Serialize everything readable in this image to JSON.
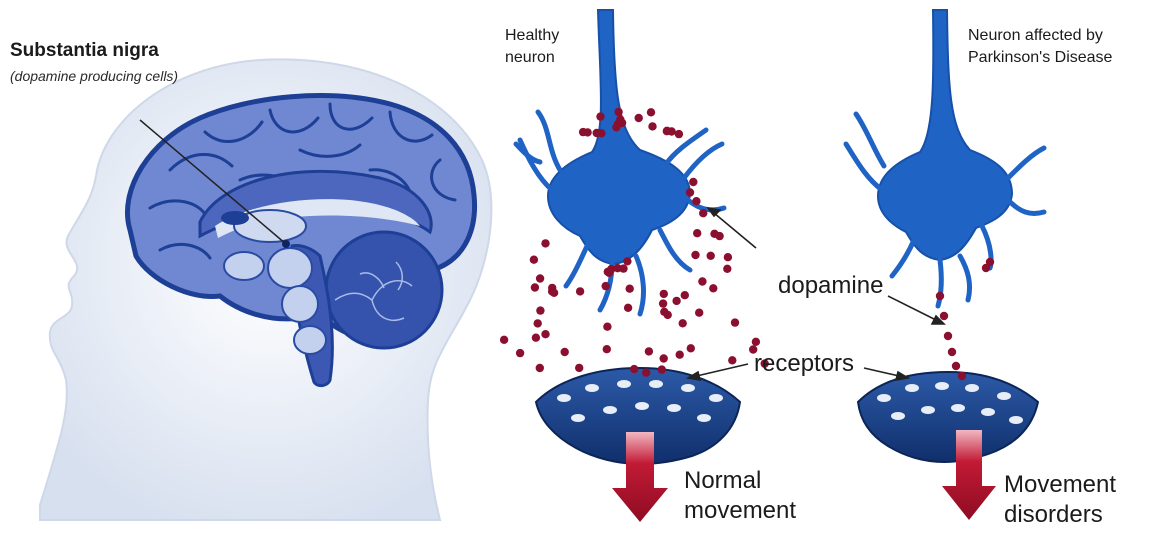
{
  "labels": {
    "substantia_nigra": "Substantia nigra",
    "substantia_subtitle": "(dopamine producing cells)",
    "healthy_line1": "Healthy",
    "healthy_line2": "neuron",
    "affected_line1": "Neuron affected by",
    "affected_line2": "Parkinson's Disease",
    "dopamine": "dopamine",
    "receptors": "receptors",
    "normal_line1": "Normal",
    "normal_line2": "movement",
    "disorder_line1": "Movement",
    "disorder_line2": "disorders"
  },
  "colors": {
    "brain_fill": "#6f86d1",
    "brain_dark": "#1e3f96",
    "head_fill": "#e6ecf5",
    "neuron_blue": "#1f63c5",
    "dopamine_dot": "#8b1030",
    "receptor_blue": "#173f86",
    "arrow_red": "#b5122a"
  },
  "icons": {
    "neuron": "neuron-cell-icon",
    "receptor": "synapse-receptor-icon",
    "arrow": "down-arrow-icon"
  }
}
